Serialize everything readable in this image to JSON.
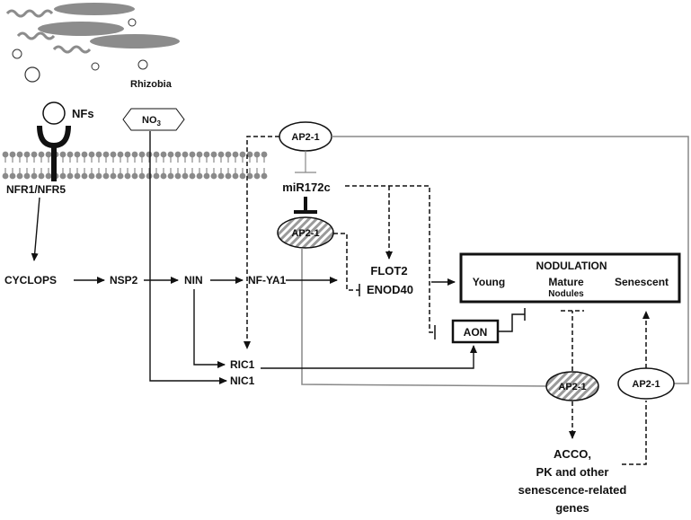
{
  "labels": {
    "rhizobia": "Rhizobia",
    "nfs": "NFs",
    "no3": "NO",
    "no3_sub": "3",
    "nfr": "NFR1/NFR5",
    "cyclops": "CYCLOPS",
    "nsp2": "NSP2",
    "nin": "NIN",
    "nfya1": "NF-YA1",
    "ap21": "AP2-1",
    "mir172c": "miR172c",
    "flot2": "FLOT2",
    "enod40": "ENOD40",
    "nodulation": "NODULATION",
    "young": "Young",
    "mature": "Mature",
    "nodules": "Nodules",
    "senescent": "Senescent",
    "aon": "AON",
    "ric1": "RIC1",
    "nic1": "NIC1",
    "acco_line1": "ACCO,",
    "acco_line2": "PK and other",
    "acco_line3": "senescence-related",
    "acco_line4": "genes"
  },
  "colors": {
    "line": "#111111",
    "gray_line": "#888888",
    "bacteria": "#8c8c8c",
    "membrane": "#8a8a8a"
  }
}
